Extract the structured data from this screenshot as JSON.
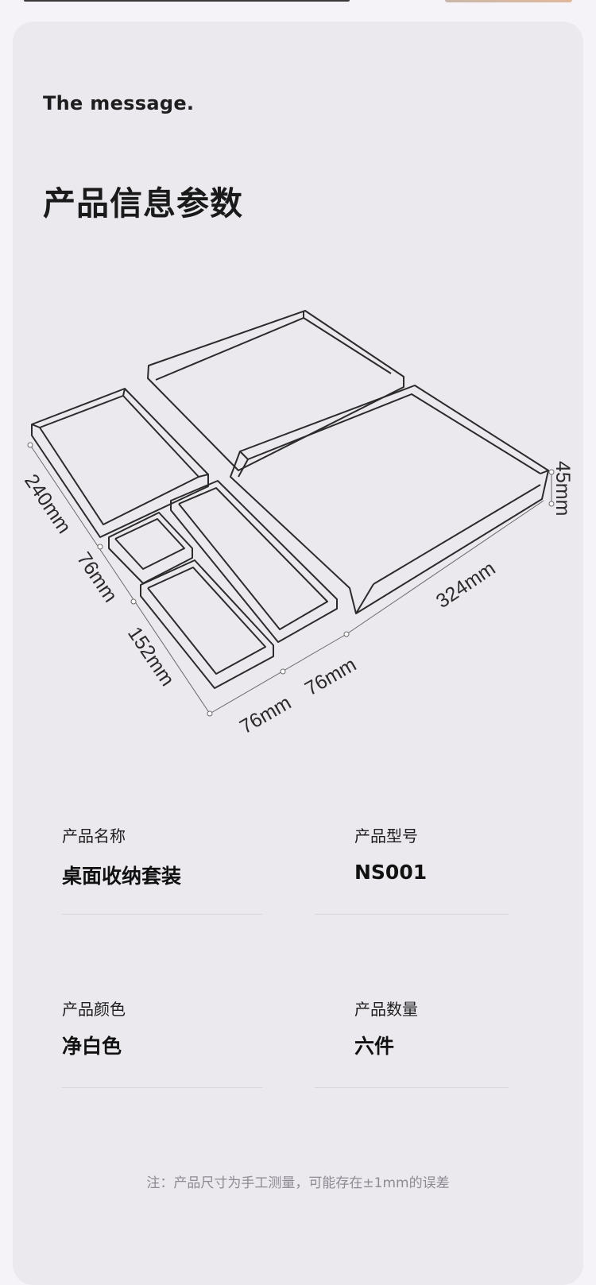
{
  "header": {
    "subtitle": "The message.",
    "title": "产品信息参数"
  },
  "diagram": {
    "dimensions": {
      "d240": "240mm",
      "d76_left": "76mm",
      "d152": "152mm",
      "d76_bottom_a": "76mm",
      "d76_bottom_b": "76mm",
      "d324": "324mm",
      "d45": "45mm"
    }
  },
  "specs": [
    {
      "label": "产品名称",
      "value": "桌面收纳套装"
    },
    {
      "label": "产品型号",
      "value": "NS001"
    },
    {
      "label": "产品颜色",
      "value": "净白色"
    },
    {
      "label": "产品数量",
      "value": "六件"
    }
  ],
  "note": "注：产品尺寸为手工测量，可能存在±1mm的误差"
}
